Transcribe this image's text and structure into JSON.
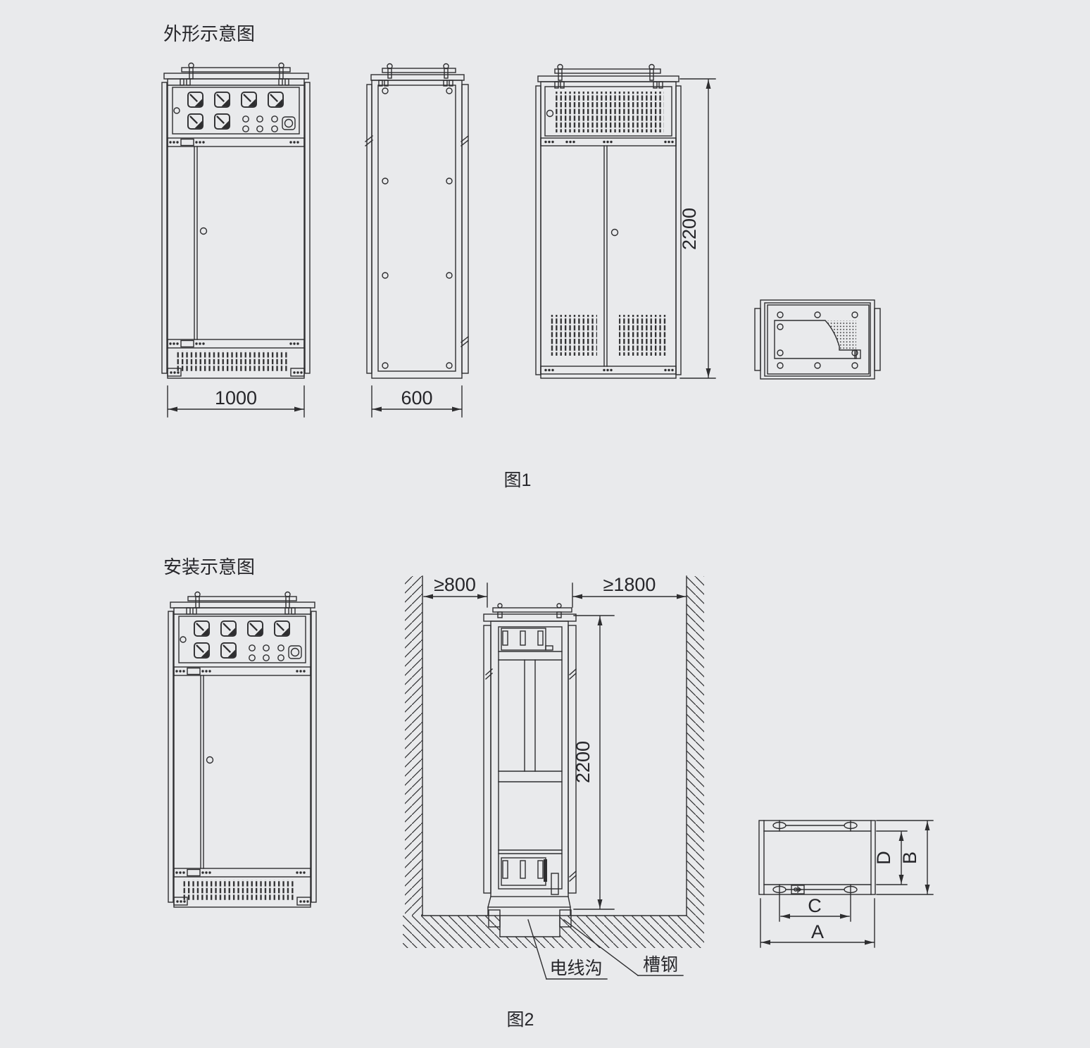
{
  "colors": {
    "background": "#e9eaec",
    "line": "#2e2e30",
    "text": "#26262a"
  },
  "figure1": {
    "title": "外形示意图",
    "caption": "图1",
    "dims": {
      "front_width": "1000",
      "side_depth": "600",
      "height": "2200"
    }
  },
  "figure2": {
    "title": "安装示意图",
    "caption": "图2",
    "dims": {
      "rear_clearance": "≥800",
      "front_clearance": "≥1800",
      "height": "2200",
      "base_overall_width": "A",
      "base_overall_depth": "B",
      "base_hole_spacing_width": "C",
      "base_hole_spacing_depth": "D"
    },
    "labels": {
      "cable_trench": "电线沟",
      "channel_steel": "槽钢"
    }
  }
}
